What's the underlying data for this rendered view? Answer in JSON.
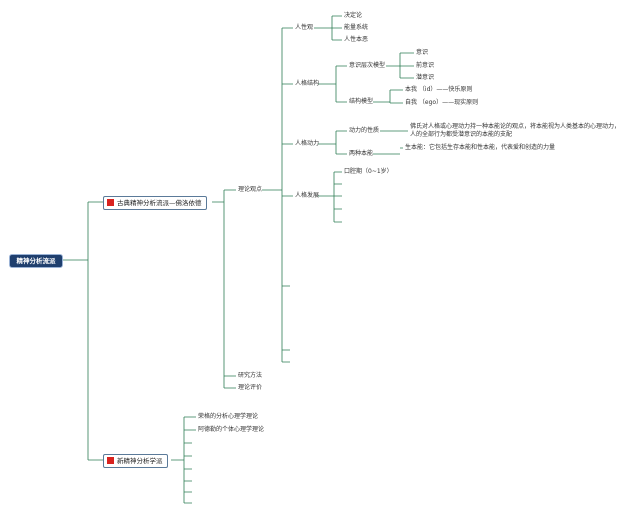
{
  "root": {
    "label": "精神分析流派"
  },
  "branch1": {
    "label": "古典精神分析流派—佛洛依德",
    "flag_icon": "red-flag-icon"
  },
  "branch2": {
    "label": "新精神分析学派",
    "flag_icon": "red-flag-icon"
  },
  "classic": {
    "theory": "理论观点",
    "method": "研究方法",
    "evaluation": "理论评价"
  },
  "theory": {
    "human_nature": "人性观",
    "structure": "人格结构",
    "dynamics": "人格动力",
    "development": "人格发展"
  },
  "human_nature": {
    "items": [
      "决定论",
      "能量系统",
      "人性本恶"
    ]
  },
  "structure": {
    "level_model": "意识层次模型",
    "levels": [
      "意识",
      "前意识",
      "潜意识"
    ],
    "structure_model": "结构模型",
    "id": "本我 （id）——快乐原则",
    "ego": "自我 （ego）——现实原则"
  },
  "dynamics": {
    "nature": "动力的性质",
    "nature_text_1": "佛氏对人格或心理动力持一种本能论的观点，将本能视为人类基本的心理动力，",
    "nature_text_2": "人的全部行为都受潜意识的本能的支配",
    "instincts": "两种本能",
    "instincts_text": "生本能：它包括生存本能和性本能，代表爱和创造的力量"
  },
  "development": {
    "oral": "口腔期（0~1岁）"
  },
  "neo": {
    "items": [
      "荣格的分析心理学理论",
      "阿德勒的个体心理学理论"
    ]
  },
  "colors": {
    "line": "#1f6e4a",
    "root_bg": "#1f3f6e",
    "flag": "#d9231f"
  }
}
